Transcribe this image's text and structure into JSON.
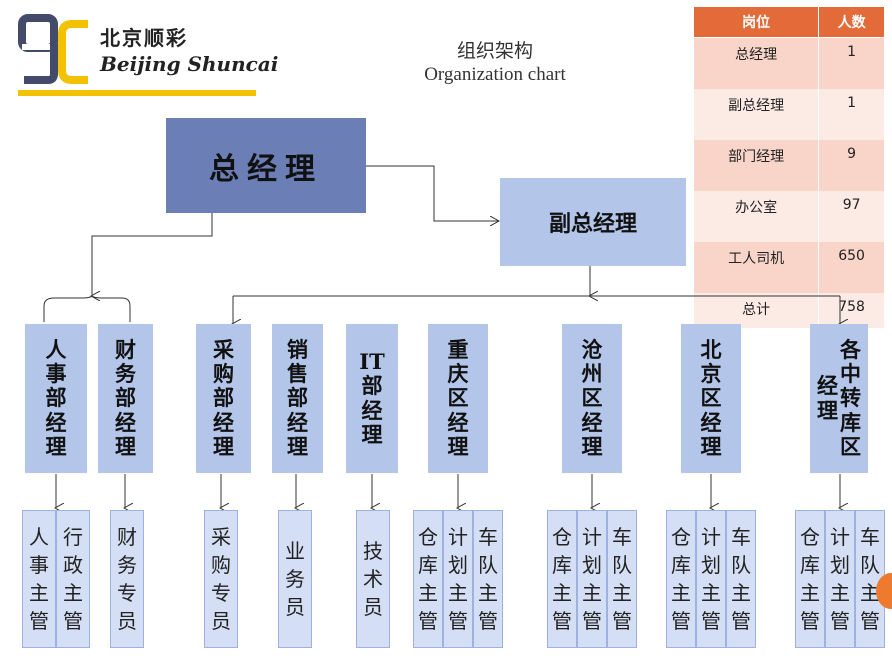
{
  "logo": {
    "cn": "北京顺彩",
    "en": "Beijing Shuncai",
    "bar_color": "#f2c200"
  },
  "title": {
    "cn": "组织架构",
    "en": "Organization chart"
  },
  "stats_table": {
    "headers": [
      "岗位",
      "人数"
    ],
    "rows": [
      [
        "总经理",
        "1"
      ],
      [
        "副总经理",
        "1"
      ],
      [
        "部门经理",
        "9"
      ],
      [
        "办公室",
        "97"
      ],
      [
        "工人司机",
        "650"
      ],
      [
        "总计",
        "758"
      ]
    ]
  },
  "chart": {
    "top": "总经理",
    "deputy": "副总经理",
    "departments": [
      {
        "name": "人事部经理",
        "subs": [
          "人事主管",
          "行政主管"
        ]
      },
      {
        "name": "财务部经理",
        "subs": [
          "财务专员"
        ]
      },
      {
        "name": "采购部经理",
        "subs": [
          "采购专员"
        ]
      },
      {
        "name": "销售部经理",
        "subs": [
          "业务员"
        ]
      },
      {
        "name": "IT部经理",
        "subs": [
          "技术员"
        ]
      },
      {
        "name": "重庆区经理",
        "subs": [
          "仓库主管",
          "计划主管",
          "车队主管"
        ]
      },
      {
        "name": "沧州区经理",
        "subs": [
          "仓库主管",
          "计划主管",
          "车队主管"
        ]
      },
      {
        "name": "北京区经理",
        "subs": [
          "仓库主管",
          "计划主管",
          "车队主管"
        ]
      },
      {
        "name": "各中转库区经理",
        "subs": [
          "仓库主管",
          "计划主管",
          "车队主管"
        ]
      }
    ]
  }
}
